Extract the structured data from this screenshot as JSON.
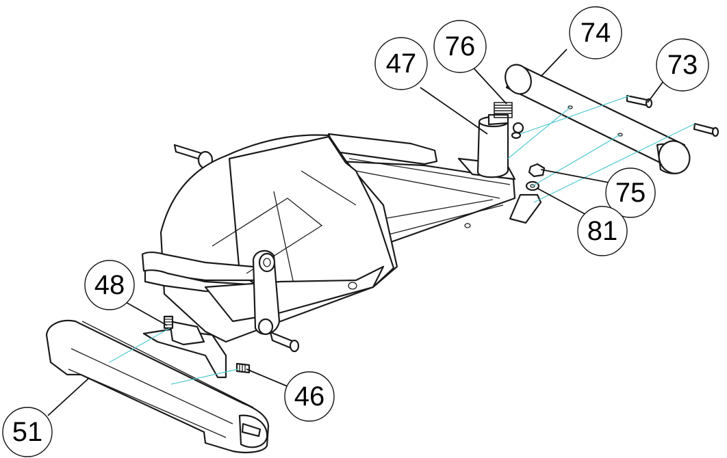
{
  "callouts": {
    "c74": "74",
    "c76": "76",
    "c47": "47",
    "c73": "73",
    "c75": "75",
    "c81": "81",
    "c48": "48",
    "c46": "46",
    "c51": "51"
  },
  "colors": {
    "assembly_line": "#4fc9d0",
    "outline": "#1a1a1a"
  }
}
